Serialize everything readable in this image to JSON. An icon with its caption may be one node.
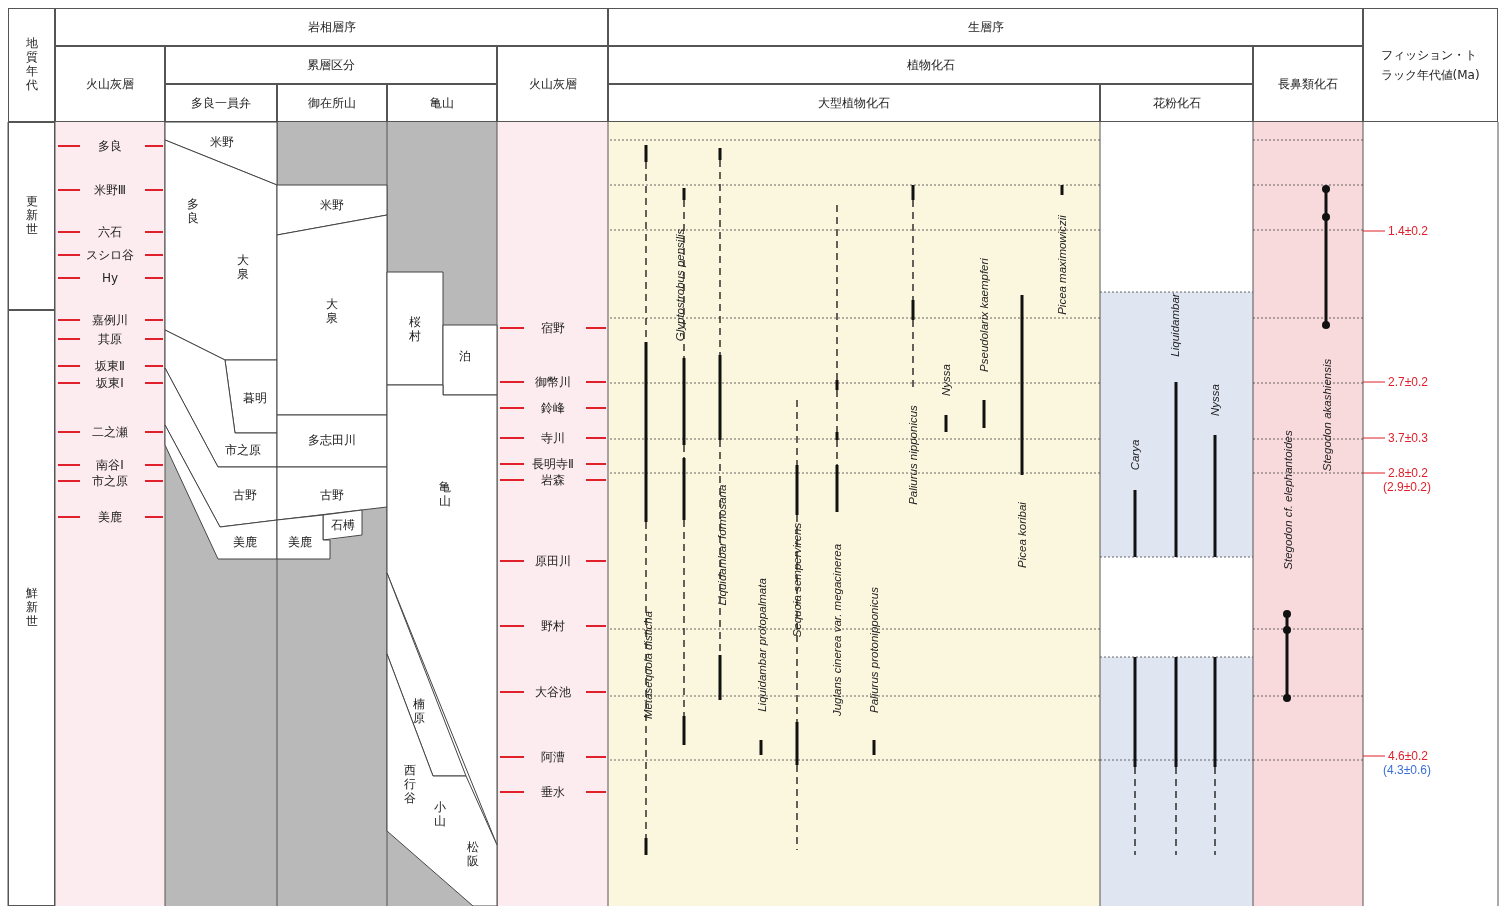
{
  "diagram": {
    "nodes": [
      {
        "text": [
          "地質年代"
        ]
      },
      {
        "text": [
          "岩相層序"
        ]
      },
      {
        "text": [
          "火山灰層"
        ]
      },
      {
        "text": [
          "累層区分"
        ]
      },
      {
        "text": [
          "多良一員弁"
        ]
      },
      {
        "text": [
          "御在所山"
        ]
      },
      {
        "text": [
          "亀山"
        ]
      },
      {
        "text": [
          "火山灰層"
        ]
      },
      {
        "text": [
          "生層序"
        ]
      },
      {
        "text": [
          "植物化石"
        ]
      },
      {
        "text": [
          "大型植物化石"
        ]
      },
      {
        "text": [
          "花粉化石"
        ]
      },
      {
        "text": [
          "長鼻類化石"
        ]
      },
      {
        "text": [
          "フィッション・トラック年代値(Ma)"
        ]
      },
      {
        "text": [
          "更新世"
        ]
      },
      {
        "text": [
          "鮮新世"
        ]
      },
      {
        "text": [
          "米野"
        ]
      },
      {
        "text": [
          "多良",
          "大泉"
        ]
      },
      {
        "text": [
          "暮明"
        ]
      },
      {
        "text": [
          "市之原"
        ]
      },
      {
        "text": [
          "古野"
        ]
      },
      {
        "text": [
          "美鹿"
        ]
      },
      {
        "text": [
          "米野"
        ]
      },
      {
        "text": [
          "大泉"
        ]
      },
      {
        "text": [
          "多志田川"
        ]
      },
      {
        "text": [
          "古野"
        ]
      },
      {
        "text": [
          "石榑"
        ]
      },
      {
        "text": [
          "美鹿"
        ]
      },
      {
        "text": [
          "桜村"
        ]
      },
      {
        "text": [
          "泊"
        ]
      },
      {
        "text": [
          "亀山"
        ]
      },
      {
        "text": [
          "楠原"
        ]
      },
      {
        "text": [
          "西行谷",
          "小山",
          "松阪"
        ]
      }
    ],
    "labels": [
      "多良",
      "米野Ⅲ",
      "六石",
      "スシロ谷",
      "Hy",
      "嘉例川",
      "其原",
      "坂東Ⅱ",
      "坂東Ⅰ",
      "二之瀬",
      "南谷Ⅰ",
      "市之原",
      "美鹿",
      "宿野",
      "御幣川",
      "鈴峰",
      "寺川",
      "長明寺Ⅱ",
      "岩森",
      "原田川",
      "野村",
      "大谷池",
      "阿漕",
      "垂水",
      "Metasequoia disticha",
      "Glyptostrobus pensilis",
      "Liquidambar formosana",
      "Liquidambar protopalmata",
      "Sequoia sempervirens",
      "Juglans cinerea var. megacinerea",
      "Paliurus protonipponicus",
      "Paliurus nipponicus",
      "Nyssa",
      "Pseudolarix kaempferi",
      "Picea koribai",
      "Picea maximowiczii",
      "Carya",
      "Liquidambar",
      "Nyssa",
      "Stegodon cf. elephantoides",
      "Stegodon akashiensis",
      "1.4±0.2",
      "2.7±0.2",
      "3.7±0.3",
      "2.8±0.2",
      "(2.9±0.2)",
      "4.6±0.2",
      "(4.3±0.6)"
    ]
  }
}
